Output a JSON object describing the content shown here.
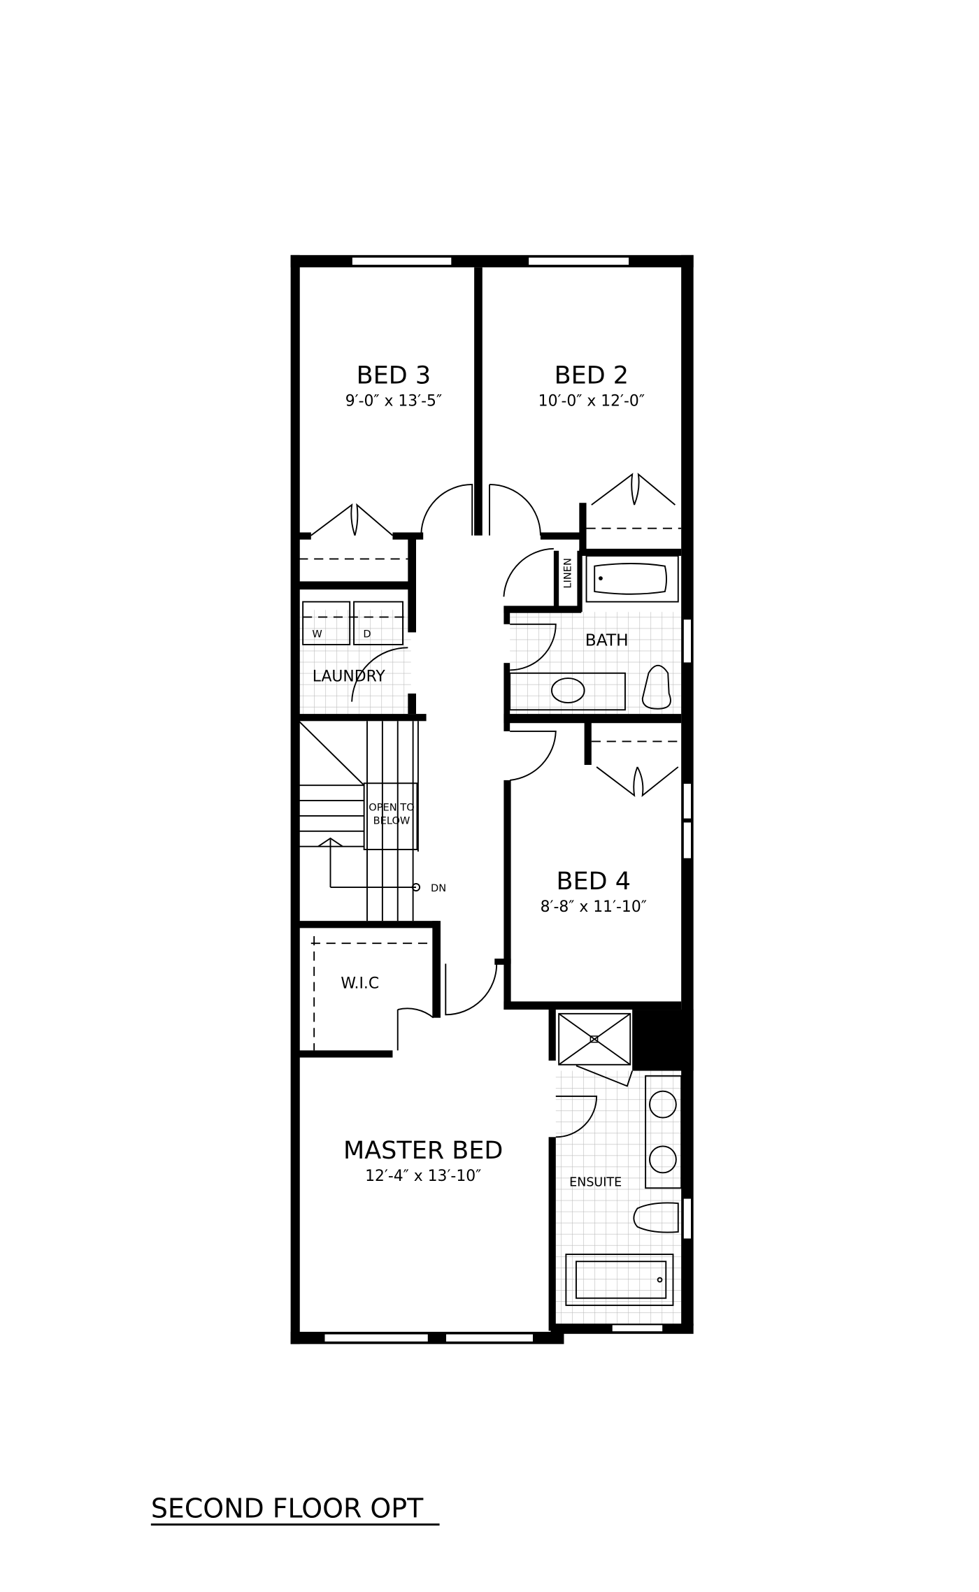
{
  "plan": {
    "title": "SECOND FLOOR OPT",
    "rooms": [
      {
        "name": "BED 3",
        "dimensions": "9′-0″ x 13′-5″"
      },
      {
        "name": "BED 2",
        "dimensions": "10′-0″ x 12′-0″"
      },
      {
        "name": "BED 4",
        "dimensions": "8′-8″ x 11′-10″"
      },
      {
        "name": "MASTER BED",
        "dimensions": "12′-4″ x 13′-10″"
      }
    ],
    "labels": {
      "bath": "BATH",
      "laundry": "LAUNDRY",
      "linen": "LINEN",
      "washer": "W",
      "dryer": "D",
      "open_to_below_1": "OPEN TO",
      "open_to_below_2": "BELOW",
      "down": "DN",
      "wic": "W.I.C",
      "ensuite": "ENSUITE"
    }
  }
}
